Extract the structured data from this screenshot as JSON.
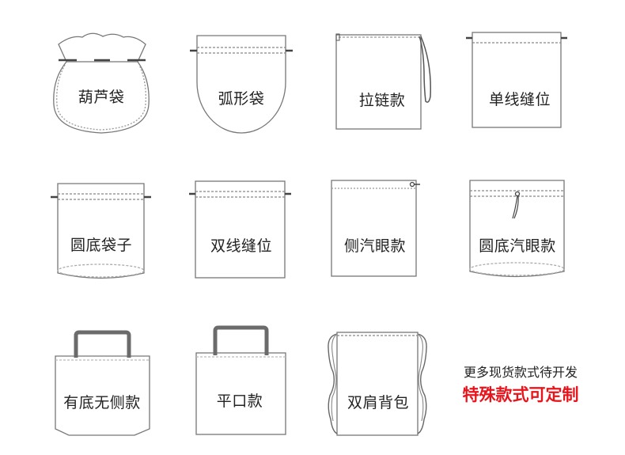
{
  "colors": {
    "outline": "#777777",
    "stitch": "#8a8a8a",
    "cord": "#444444",
    "handle": "#6b6b6b",
    "label_text": "#222222",
    "highlight_red": "#e8141c"
  },
  "bag_styles": [
    {
      "id": "gourd",
      "label": "葫芦袋",
      "row": 1,
      "col": 1
    },
    {
      "id": "arc",
      "label": "弧形袋",
      "row": 1,
      "col": 2
    },
    {
      "id": "zipper",
      "label": "拉链款",
      "row": 1,
      "col": 3
    },
    {
      "id": "single-seam",
      "label": "单线缝位",
      "row": 1,
      "col": 4
    },
    {
      "id": "round-bottom",
      "label": "圆底袋子",
      "row": 2,
      "col": 1
    },
    {
      "id": "double-seam",
      "label": "双线缝位",
      "row": 2,
      "col": 2
    },
    {
      "id": "side-eyelet",
      "label": "侧汽眼款",
      "row": 2,
      "col": 3
    },
    {
      "id": "round-bottom-eyelet",
      "label": "圆底汽眼款",
      "row": 2,
      "col": 4
    },
    {
      "id": "tote-bottom-no-side",
      "label": "有底无侧款",
      "row": 3,
      "col": 1
    },
    {
      "id": "flat-mouth",
      "label": "平口款",
      "row": 3,
      "col": 2
    },
    {
      "id": "backpack",
      "label": "双肩背包",
      "row": 3,
      "col": 3
    }
  ],
  "notes": {
    "more_styles": "更多现货款式待开发",
    "custom": "特殊款式可定制"
  }
}
